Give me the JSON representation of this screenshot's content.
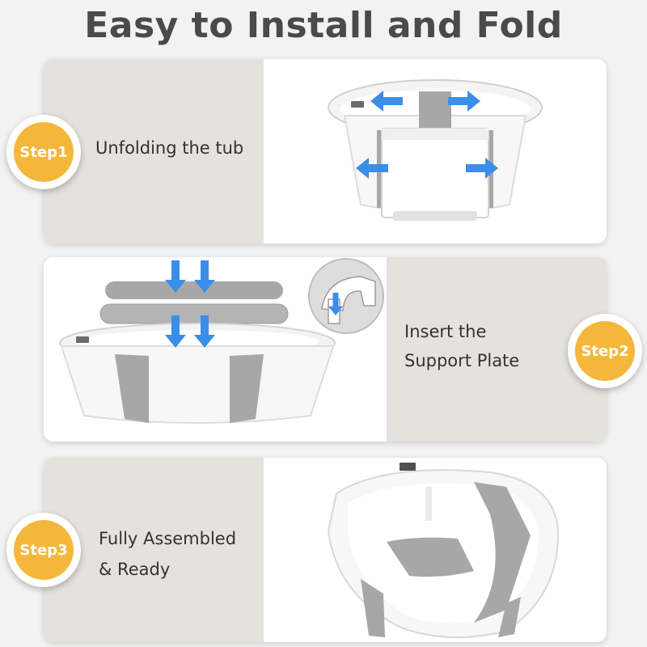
{
  "page_title": "Easy to Install and Fold",
  "steps": [
    {
      "badge": "Step1",
      "line1": "Unfolding the tub",
      "line2": ""
    },
    {
      "badge": "Step2",
      "line1": "Insert the",
      "line2": "Support Plate"
    },
    {
      "badge": "Step3",
      "line1": "Fully Assembled",
      "line2": "& Ready"
    }
  ],
  "colors": {
    "badge": "#f5b73b",
    "arrow": "#3b8ee8",
    "panel": "#e5e1dc",
    "tub_gray": "#a7a7a7"
  },
  "icons": [
    "arrow-left-icon",
    "arrow-right-icon",
    "arrow-down-icon"
  ]
}
